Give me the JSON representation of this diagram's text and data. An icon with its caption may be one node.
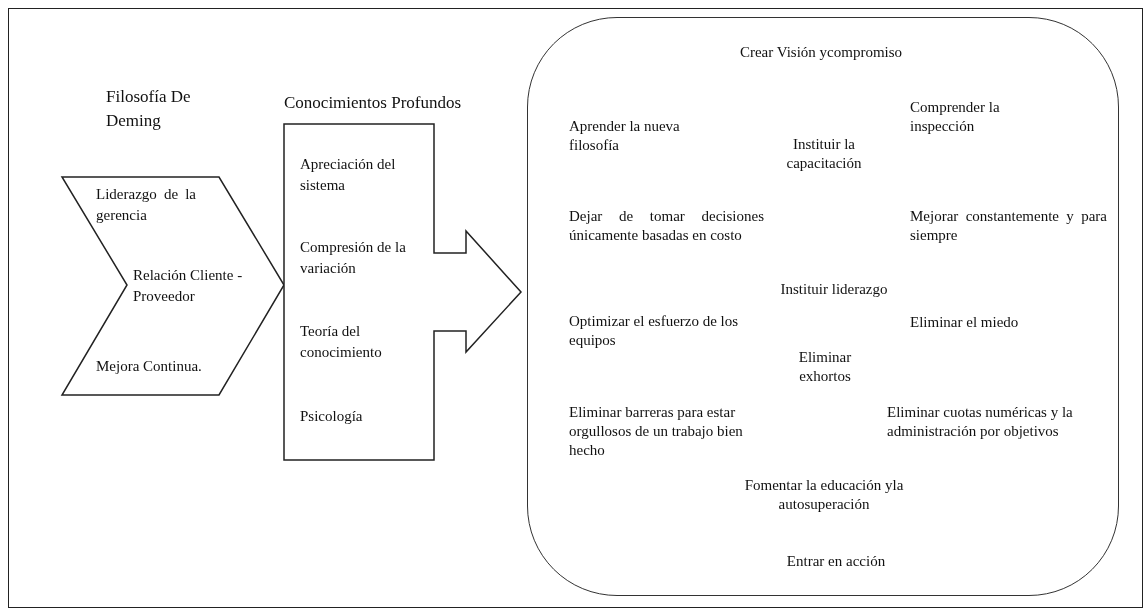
{
  "diagram": {
    "nodes": [
      {
        "text": [
          "Filosofía De Deming",
          "Liderazgo de la gerencia",
          "Relación Cliente -Proveedor",
          "Mejora Continua."
        ]
      },
      {
        "text": [
          "Conocimientos Profundos",
          "Apreciación del sistema",
          "Compresión de la variación",
          "Teoría del conocimiento",
          "Psicología"
        ]
      },
      {
        "text": [
          "Crear Visión ycompromiso",
          "Aprender la nueva filosofía",
          "Instituir la capacitación",
          "Comprender la inspección",
          "Dejar de tomar decisiones únicamente basadas en costo",
          "Mejorar constantemente y para siempre",
          "Instituir liderazgo",
          "Optimizar el esfuerzo de los equipos",
          "Eliminar el miedo",
          "Eliminar exhortos",
          "Eliminar barreras para estar orgullosos de un trabajo bien hecho",
          "Eliminar cuotas numéricas y la administración por objetivos",
          "Fomentar la educación yla autosuperación",
          "Entrar en acción"
        ]
      }
    ]
  }
}
